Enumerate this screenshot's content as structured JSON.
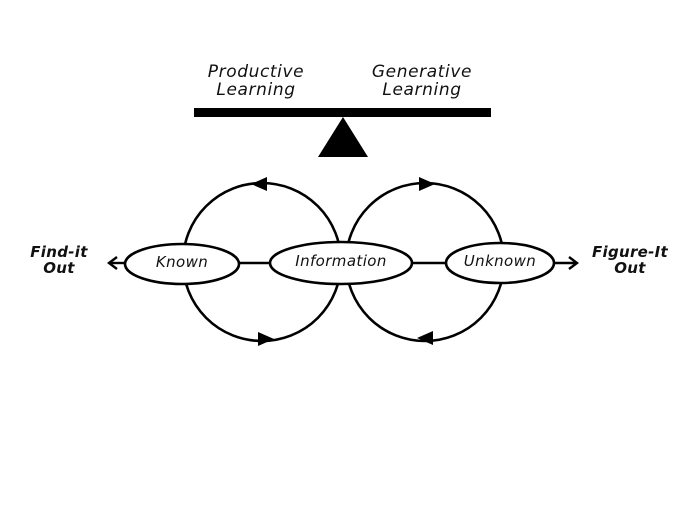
{
  "balance": {
    "left_label": {
      "line1": "Productive",
      "line2": "Learning"
    },
    "right_label": {
      "line1": "Generative",
      "line2": "Learning"
    }
  },
  "nodes": {
    "known": "Known",
    "information": "Information",
    "unknown": "Unknown"
  },
  "outcomes": {
    "left": {
      "line1": "Find-it",
      "line2": "Out"
    },
    "right": {
      "line1": "Figure-It",
      "line2": "Out"
    }
  },
  "colors": {
    "stroke": "#000000",
    "background": "#ffffff",
    "text": "#111111"
  }
}
